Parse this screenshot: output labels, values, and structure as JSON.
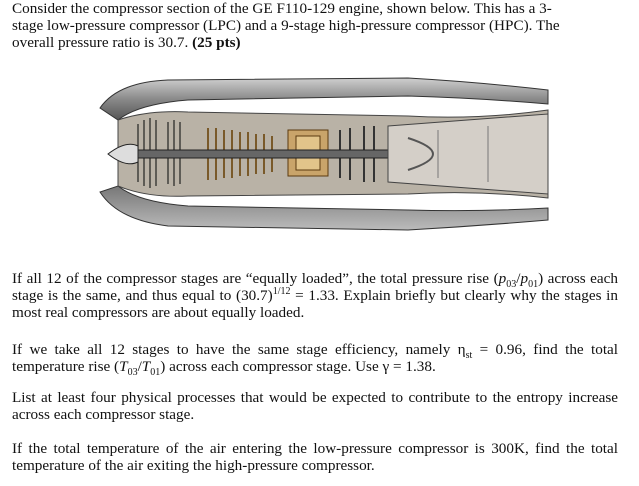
{
  "intro": {
    "line1": "Consider the compressor section of the GE F110-129 engine, shown below.  This has a 3-",
    "line2": "stage low-pressure compressor (LPC) and a 9-stage high-pressure compressor (HPC).  The",
    "line3": "overall pressure ratio is 30.7.",
    "points": "(25 pts)"
  },
  "questions": {
    "q1": {
      "a": "If all 12 of the compressor stages are “equally loaded”, the total pressure rise (",
      "p03": "p",
      "p03_sub": "03",
      "slash": "/",
      "p01": "p",
      "p01_sub": "01",
      "b": ") across each stage is the same, and thus equal to (30.7)",
      "exp": "1/12",
      "c": " = 1.33.  Explain briefly but clearly why the stages in most real compressors are about equally loaded."
    },
    "q2": {
      "a": "If we take all 12 stages to have the same stage efficiency, namely η",
      "eta_sub": "st",
      "b": " = 0.96, find the total temperature rise (",
      "t03": "T",
      "t03_sub": "03",
      "slash": "/",
      "t01": "T",
      "t01_sub": "01",
      "c": ") across each compressor stage.  Use γ = 1.38."
    },
    "q3": "List at least four physical processes that would be expected to contribute to the entropy increase across each compressor stage.",
    "q4": "If the total temperature of the air entering the low-pressure compressor is 300K, find the total temperature of the air exiting the high-pressure compressor."
  },
  "figure": {
    "icon": "jet-engine-cutaway-illustration"
  }
}
